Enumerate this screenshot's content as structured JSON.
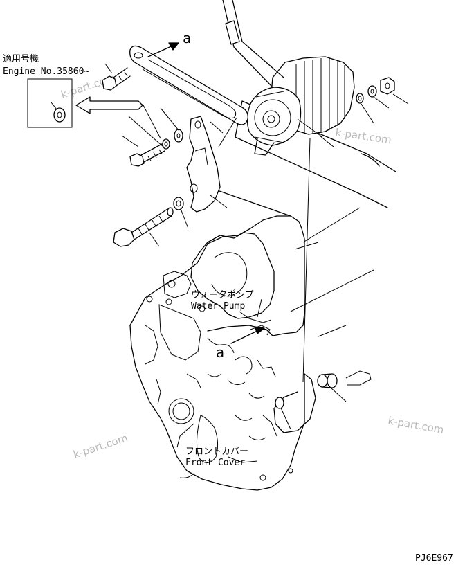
{
  "applicability": {
    "title": "適用号機",
    "engine_no": "Engine No.35860~"
  },
  "view_marker": "a",
  "parts": {
    "water_pump_jp": "ウォータポンプ",
    "water_pump_en": "Water Pump",
    "front_cover_jp": "フロントカバー",
    "front_cover_en": "Front Cover"
  },
  "drawing_code": "PJ6E967",
  "watermarks": [
    "k-part.com",
    "k-part.com",
    "k-part.com",
    "k-part.com"
  ]
}
